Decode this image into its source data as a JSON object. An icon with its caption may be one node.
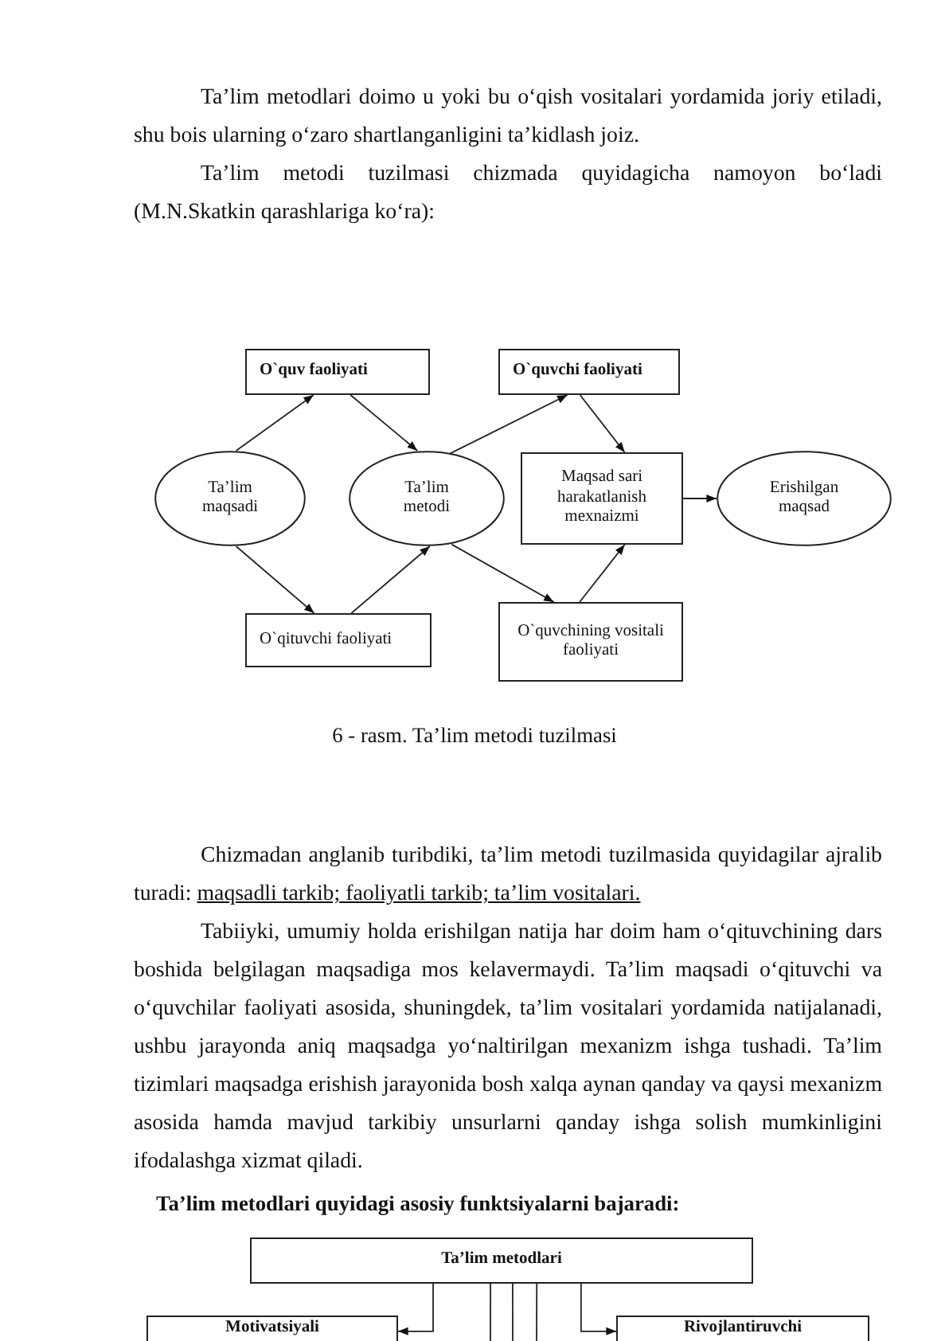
{
  "diagram": {
    "caption": "6 - rasm. Ta’lim metodi tuzilmasi",
    "nodes": [
      {
        "text": [
          "O`quv faoliyati"
        ]
      },
      {
        "text": [
          "O`quvchi faoliyati"
        ]
      },
      {
        "text": [
          "Ta’lim maqsadi"
        ]
      },
      {
        "text": [
          "Ta’lim metodi"
        ]
      },
      {
        "text": [
          "Maqsad sari harakatlanish mexnaizmi"
        ]
      },
      {
        "text": [
          "Erishilgan maqsad"
        ]
      },
      {
        "text": [
          "O`qituvchi faoliyati"
        ]
      },
      {
        "text": [
          "O`quvchining vositali faoliyati"
        ]
      },
      {
        "text": [
          "Ta’lim metodlari"
        ]
      },
      {
        "text": [
          "Motivatsiyali"
        ]
      },
      {
        "text": [
          "Rivojlantiruvchi"
        ]
      }
    ],
    "edges": [
      {
        "from": 2,
        "to": 0,
        "arrow": "to"
      },
      {
        "from": 0,
        "to": 3,
        "arrow": "to"
      },
      {
        "from": 2,
        "to": 6,
        "arrow": "to"
      },
      {
        "from": 6,
        "to": 3,
        "arrow": "to"
      },
      {
        "from": 3,
        "to": 1,
        "arrow": "to"
      },
      {
        "from": 1,
        "to": 4,
        "arrow": "to"
      },
      {
        "from": 3,
        "to": 7,
        "arrow": "to"
      },
      {
        "from": 7,
        "to": 4,
        "arrow": "to"
      },
      {
        "from": 4,
        "to": 5,
        "arrow": "to"
      },
      {
        "from": 8,
        "to": 9,
        "arrow": "to"
      },
      {
        "from": 8,
        "to": null,
        "arrow": "none"
      },
      {
        "from": 8,
        "to": null,
        "arrow": "none"
      },
      {
        "from": 8,
        "to": null,
        "arrow": "none"
      },
      {
        "from": 8,
        "to": 10,
        "arrow": "to"
      }
    ],
    "labels": [
      "Ta’lim metodlari doimo u yoki bu o‘qish vositalari yordamida joriy etiladi, shu bois ularning o‘zaro shartlanganligini ta’kidlash joiz.",
      "Ta’lim metodi tuzilmasi chizmada quyidagicha namoyon bo‘ladi (M.N.Skatkin qarashlariga ko‘ra):",
      "Chizmadan anglanib turibdiki, ta’lim metodi tuzilmasida quyidagilar ajralib turadi:",
      "maqsadli tarkib; faoliyatli tarkib; ta’lim vositalari.",
      "Tabiiyki, umumiy holda erishilgan natija har doim ham o‘qituvchining dars boshida belgilagan maqsadiga mos kelavermaydi. Ta’lim maqsadi o‘qituvchi va o‘quvchilar faoliyati asosida, shuningdek, ta’lim vositalari yordamida natijalanadi, ushbu jarayonda aniq maqsadga yo‘naltirilgan mexanizm ishga tushadi. Ta’lim tizimlari maqsadga erishish jarayonida bosh xalqa aynan qanday va qaysi mexanizm asosida hamda mavjud tarkibiy unsurlarni qanday ishga solish mumkinligini ifodalashga xizmat qiladi.",
      "Ta’lim metodlari quyidagi asosiy funktsiyalarni bajaradi:"
    ]
  }
}
